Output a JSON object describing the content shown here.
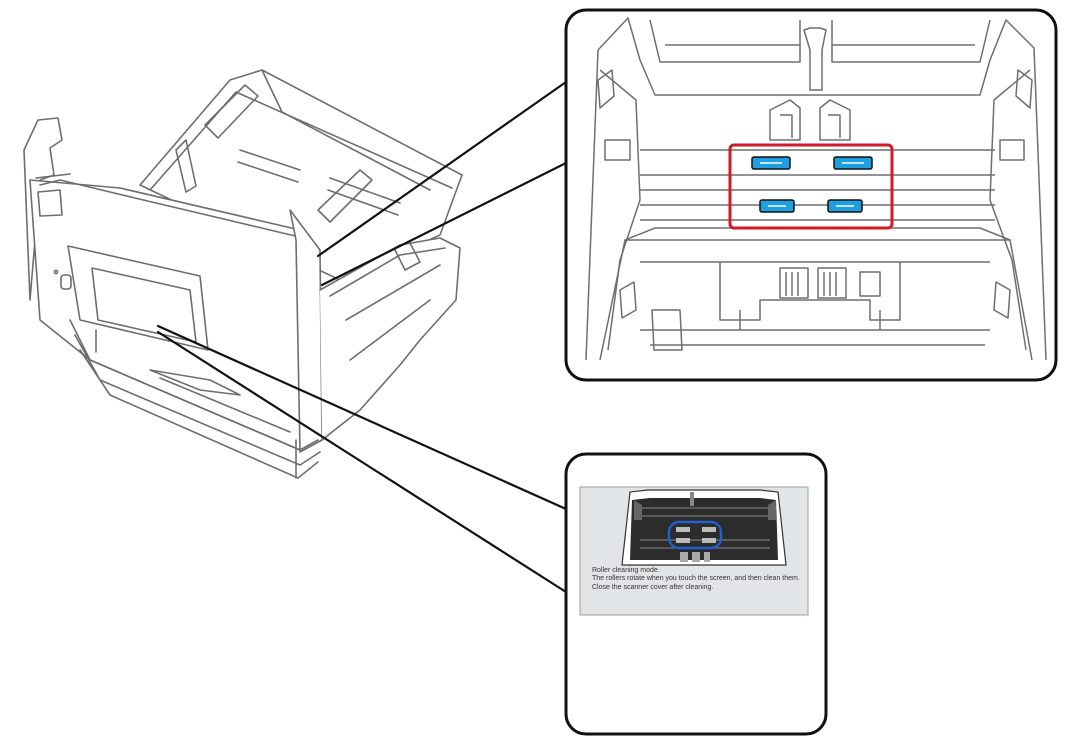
{
  "screen": {
    "lines": [
      "Roller cleaning mode.",
      "The rollers rotate when you touch the screen, and then clean them.",
      "Close the scanner cover after cleaning."
    ]
  },
  "colors": {
    "line": "#6e6e6e",
    "callout_border": "#111111",
    "roller_highlight": "#d11a2a",
    "screen_highlight": "#1f5fd1",
    "roller_pad": "#1f9fe0",
    "screen_bg": "#e2e5e8"
  },
  "icons": [
    "touch-hand-icon"
  ]
}
